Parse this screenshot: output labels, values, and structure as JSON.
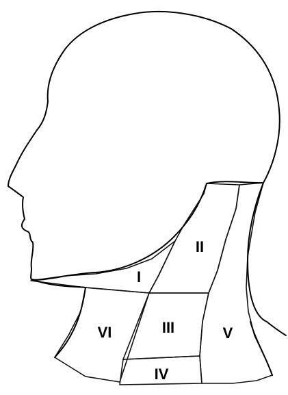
{
  "colors": {
    "zone_I": "#ebebeb",
    "zone_II": "#cbcbcb",
    "zone_III": "#b3b3b3",
    "zone_IV": "#9a9a9a",
    "zone_V": "#838383",
    "zone_VI": "#6f6f6f"
  },
  "zones": {
    "I": "I",
    "II": "II",
    "III": "III",
    "IV": "IV",
    "V": "V",
    "VI": "VI"
  }
}
